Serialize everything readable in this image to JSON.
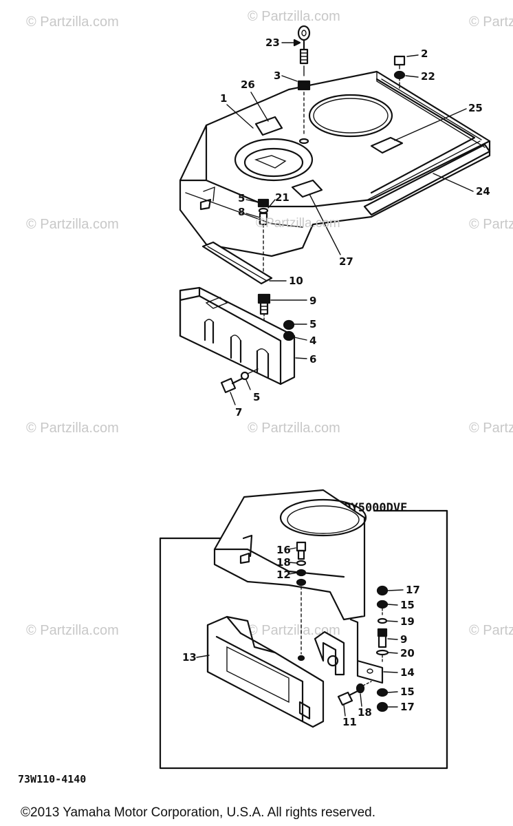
{
  "watermark": "© Partzilla.com",
  "watermark_inline": "©Partzilla.com",
  "diagram_code": "73W110-4140",
  "inset_label": "EDY5000DVE",
  "copyright": "©2013  Yamaha Motor Corporation, U.S.A. All rights reserved.",
  "callouts": {
    "c1": "1",
    "c2": "2",
    "c3": "3",
    "c4": "4",
    "c5a": "5",
    "c5b": "5",
    "c5c": "5",
    "c6": "6",
    "c7": "7",
    "c8": "8",
    "c9": "9",
    "c10": "10",
    "c21": "21",
    "c22": "22",
    "c23": "23",
    "c24": "24",
    "c25": "25",
    "c26": "26",
    "c27": "27",
    "i9": "9",
    "i11": "11",
    "i12": "12",
    "i13": "13",
    "i14": "14",
    "i15a": "15",
    "i15b": "15",
    "i16": "16",
    "i17a": "17",
    "i17b": "17",
    "i18a": "18",
    "i18b": "18",
    "i19": "19",
    "i20": "20"
  }
}
